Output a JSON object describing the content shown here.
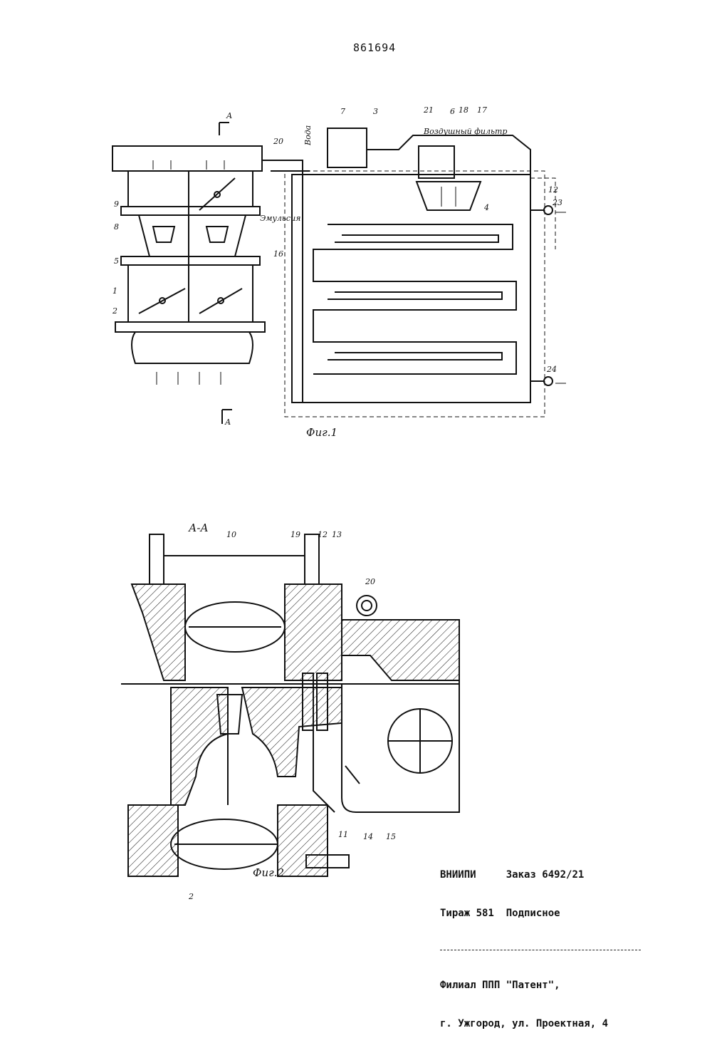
{
  "header": {
    "doc_number": "861694"
  },
  "figure1": {
    "caption": "Фиг.1",
    "section_mark_top": "А",
    "section_mark_bottom": "А",
    "inline_labels": {
      "air_filter": "Воздушный фильтр",
      "emulsion": "Эмульсия",
      "water": "Вода"
    },
    "callouts": [
      "1",
      "2",
      "3",
      "4",
      "5",
      "6",
      "7",
      "8",
      "9",
      "12",
      "16",
      "17",
      "18",
      "20",
      "21",
      "23",
      "24"
    ]
  },
  "figure2": {
    "caption": "Фиг.2",
    "section_title": "А-А",
    "callouts": [
      "2",
      "10",
      "11",
      "12",
      "13",
      "14",
      "15",
      "19",
      "20"
    ]
  },
  "imprint": {
    "line1_left": "ВНИИПИ",
    "line1_right": "Заказ 6492/21",
    "line2_left": "Тираж 581",
    "line2_right": "Подписное",
    "line3": "Филиал ППП \"Патент\",",
    "line4": "г. Ужгород, ул. Проектная, 4"
  }
}
